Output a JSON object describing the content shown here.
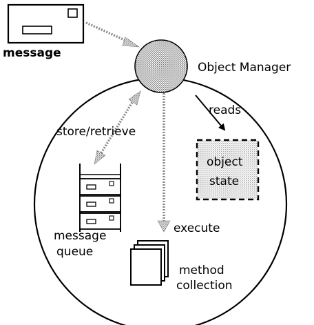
{
  "labels": {
    "message": "message",
    "object_manager": "Object Manager",
    "reads": "reads",
    "store_retrieve": "store/retrieve",
    "object_state_line1": "object",
    "object_state_line2": "state",
    "execute": "execute",
    "message_queue_line1": "message",
    "message_queue_line2": "queue",
    "method_collection_line1": "method",
    "method_collection_line2": "collection"
  },
  "colors": {
    "ink": "#000000",
    "paper": "#ffffff",
    "shade": "#b8b8b8",
    "light_shade": "#d8d8d8"
  }
}
